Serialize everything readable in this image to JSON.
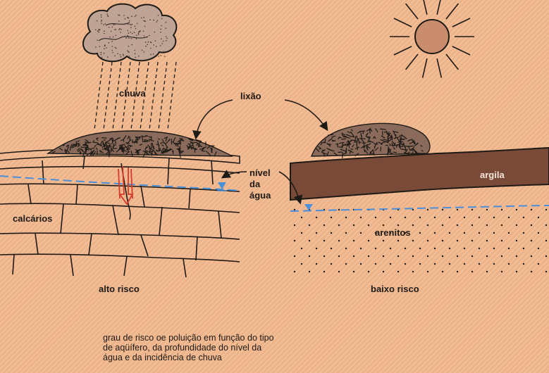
{
  "labels": {
    "chuva": "chuva",
    "lixao": "lixão",
    "argila": "argila",
    "nivel_line1": "nível",
    "nivel_line2": "da",
    "nivel_line3": "água",
    "calcarios": "calcários",
    "arenitos": "arenitos",
    "alto_risco": "alto risco",
    "baixo_risco": "baixo risco"
  },
  "caption": {
    "lines": [
      "grau de risco oe poluição em função do tipo",
      "de aqüífero, da profundidade do nível da",
      "água e da incidência de chuva"
    ]
  },
  "colors": {
    "background": "#f3b98e",
    "ink": "#1e1a16",
    "water_table": "#4b8fd8",
    "flow_arrow": "#d63a2a",
    "clay_layer": "#7a4a38"
  },
  "icons": [
    "sun-icon",
    "rain-cloud-icon",
    "garbage-mound-icon",
    "water-level-marker-icon",
    "infiltration-arrow-icon"
  ]
}
